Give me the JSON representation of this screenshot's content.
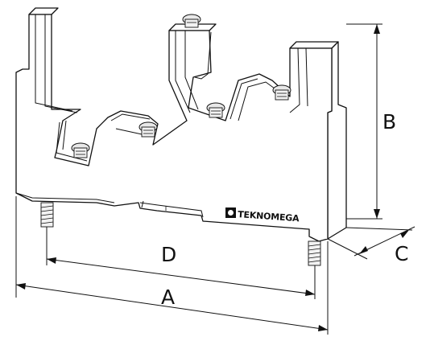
{
  "labels": {
    "dimension_a": "A",
    "dimension_b": "B",
    "dimension_c": "C",
    "dimension_d": "D"
  },
  "brand": {
    "logo_text": "TEKNOMEGA"
  },
  "colors": {
    "line": "#111111",
    "background": "#ffffff"
  }
}
